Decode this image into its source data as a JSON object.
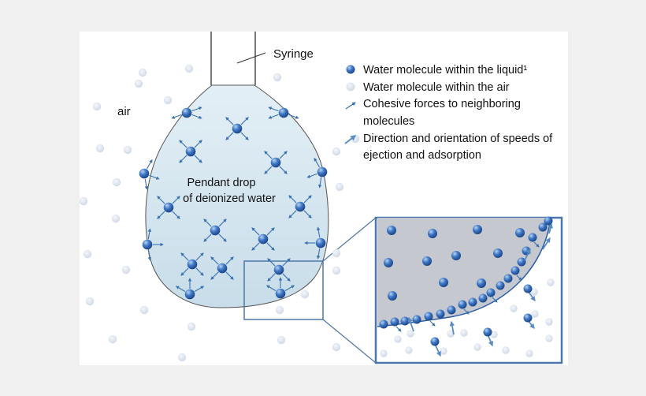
{
  "labels": {
    "syringe": "Syringe",
    "air": "air",
    "drop_line1": "Pendant drop",
    "drop_line2": "of deionized water"
  },
  "legend": {
    "items": [
      {
        "icon": "blue-sphere-icon",
        "lines": [
          "Water molecule within the liquid¹"
        ]
      },
      {
        "icon": "pale-sphere-icon",
        "lines": [
          "Water molecule within the air"
        ]
      },
      {
        "icon": "small-arrow-icon",
        "lines": [
          "Cohesive forces to neighboring",
          "molecules"
        ]
      },
      {
        "icon": "large-arrow-icon",
        "lines": [
          "Direction and orientation of speeds of",
          "ejection and adsorption"
        ]
      }
    ]
  },
  "colors": {
    "background": "#f0f0f0",
    "panel": "#ffffff",
    "drop_fill": "#d3e5ef",
    "liquid_molecule": "#2f64b4",
    "air_molecule": "#d4dcea",
    "arrow": "#3a72b0",
    "inset_border": "#4d77a8",
    "inset_liquid": "#c5c8cf"
  }
}
